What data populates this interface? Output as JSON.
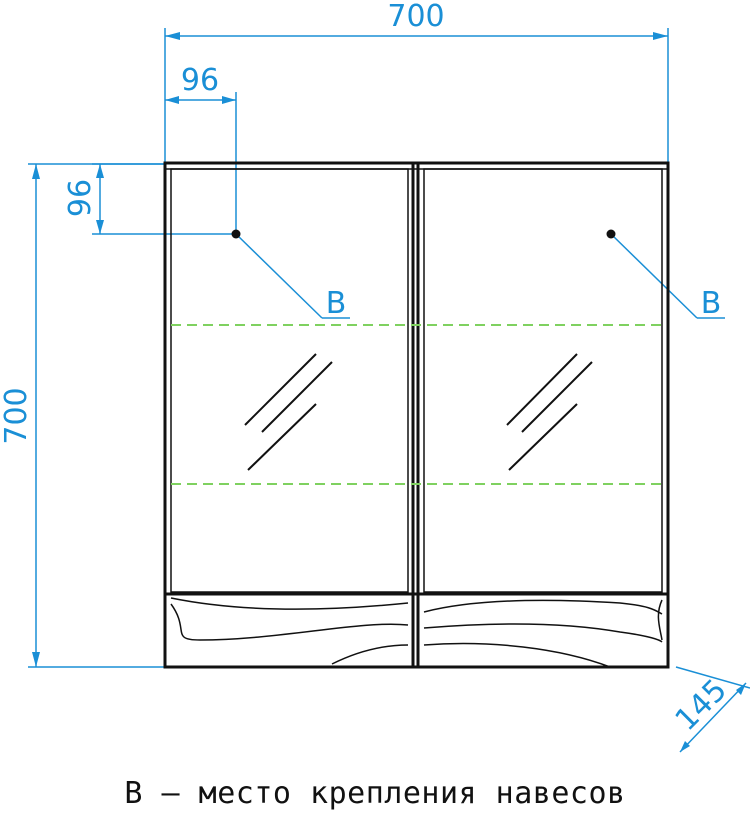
{
  "colors": {
    "dimension": "#1a8fd6",
    "outline": "#111111",
    "shelf": "#7fd160",
    "background": "#ffffff"
  },
  "dimensions": {
    "overall_width": "700",
    "overall_height": "700",
    "mount_offset_x": "96",
    "mount_offset_y": "96",
    "depth": "145"
  },
  "markers": {
    "left_label": "B",
    "right_label": "B"
  },
  "legend": {
    "text": "B – место крепления навесов"
  }
}
